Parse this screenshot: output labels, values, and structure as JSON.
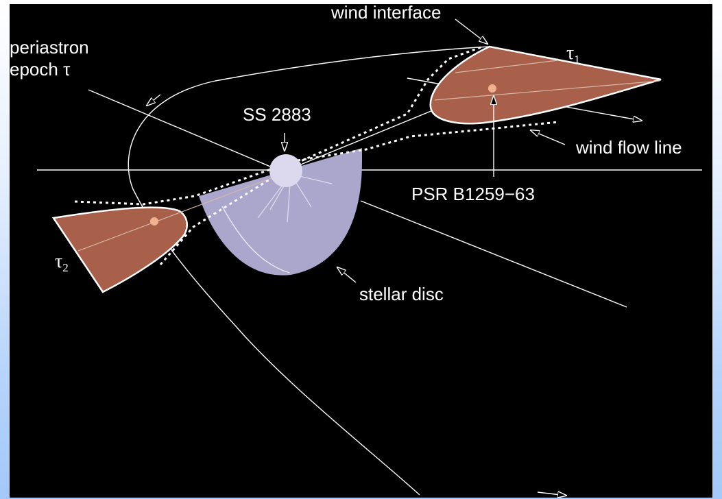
{
  "labels": {
    "wind_interface": "wind interface",
    "periastron_line1": "periastron",
    "periastron_line2": "epoch τ",
    "star_name": "SS 2883",
    "pulsar_name": "PSR B1259−63",
    "wind_flow_line": "wind flow line",
    "stellar_disc": "stellar disc",
    "tau_symbol": "τ",
    "tau1_sub": "1",
    "tau2_sub": "2"
  },
  "colors": {
    "background": "#000000",
    "shock_fill": "#a8604a",
    "disc_fill": "#aaa6cc",
    "star_fill": "#dcd8ee",
    "pulsar_fill": "#f0b290",
    "lines": "#ffffff"
  }
}
